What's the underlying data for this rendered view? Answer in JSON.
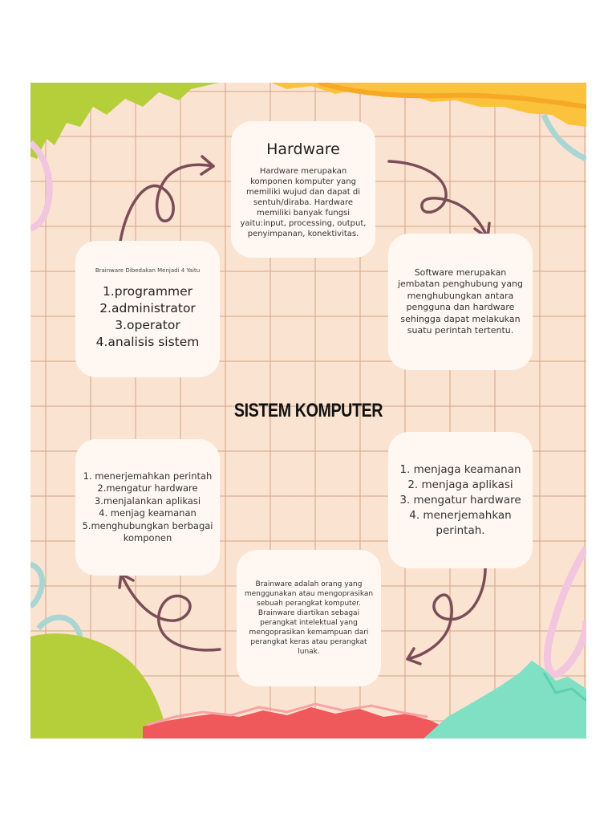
{
  "title": "SISTEM KOMPUTER",
  "cards": {
    "hardware": {
      "title": "Hardware",
      "body": "Hardware merupakan komponen komputer yang memiliki wujud dan dapat di sentuh/diraba. Hardware memiliki banyak fungsi yaitu:input, processing, output, penyimpanan, konektivitas."
    },
    "software": {
      "body": "Software merupakan jembatan penghubung yang menghubungkan antara pengguna dan hardware sehingga dapat melakukan suatu perintah tertentu."
    },
    "brainware_roles": {
      "subtitle": "Brainware Dibedakan Menjadi 4 Yaitu",
      "items": [
        "1.programmer",
        "2.administrator",
        "3.operator",
        "4.analisis sistem"
      ]
    },
    "tasks_left": {
      "items": [
        "1. menerjemahkan perintah",
        "2.mengatur hardware",
        "3.menjalankan aplikasi",
        "4. menjag keamanan",
        "5.menghubungkan berbagai",
        "komponen"
      ]
    },
    "tasks_right": {
      "items": [
        "1. menjaga keamanan",
        "2. menjaga aplikasi",
        "3. mengatur hardware",
        "4. menerjemahkan",
        "perintah."
      ]
    },
    "brainware_def": {
      "body": "Brainware adalah orang yang menggunakan atau mengoprasikan sebuah perangkat komputer. Brainware diartikan sebagai perangkat intelektual yang mengoprasikan kemampuan dari perangkat keras atau perangkat lunak."
    }
  },
  "colors": {
    "background": "#fbe3d1",
    "grid": "#d7aa8c",
    "card": "#fff8f2",
    "arrow": "#7a4d57",
    "green": "#b5cf3a",
    "yellow": "#fbc23b",
    "red": "#f0595c",
    "mint": "#7fe0c4",
    "pink": "#f1c6de",
    "teal": "#a9d6d2"
  },
  "icons": [
    "curly-arrow"
  ]
}
